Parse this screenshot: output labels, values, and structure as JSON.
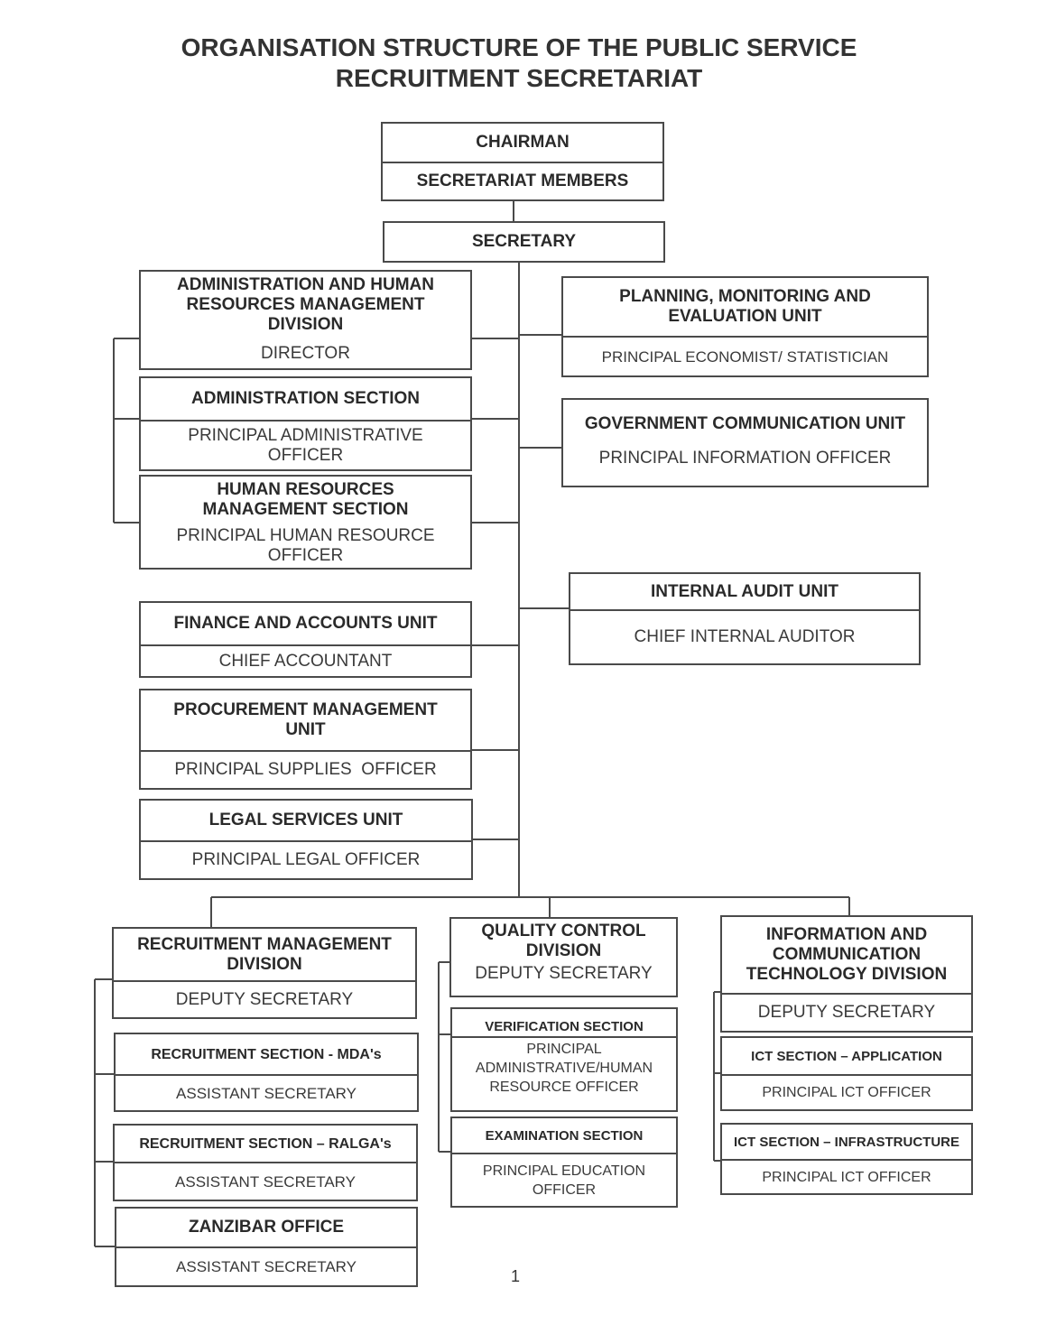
{
  "title": {
    "line1": "ORGANISATION STRUCTURE OF THE PUBLIC SERVICE",
    "line2": "RECRUITMENT SECRETARIAT"
  },
  "top": {
    "chairman": "CHAIRMAN",
    "members": "SECRETARIAT MEMBERS",
    "secretary": "SECRETARY"
  },
  "left": {
    "ahrm": {
      "head": "ADMINISTRATION AND HUMAN RESOURCES MANAGEMENT DIVISION",
      "role": "DIRECTOR"
    },
    "admin_section": {
      "head": "ADMINISTRATION SECTION",
      "role": "PRINCIPAL ADMINISTRATIVE OFFICER"
    },
    "hr_section": {
      "head": "HUMAN RESOURCES MANAGEMENT SECTION",
      "role": "PRINCIPAL HUMAN RESOURCE OFFICER"
    },
    "finance": {
      "head": "FINANCE AND ACCOUNTS UNIT",
      "role": "CHIEF ACCOUNTANT"
    },
    "procurement": {
      "head": "PROCUREMENT MANAGEMENT UNIT",
      "role": "PRINCIPAL SUPPLIES  OFFICER"
    },
    "legal": {
      "head": "LEGAL SERVICES UNIT",
      "role": "PRINCIPAL LEGAL OFFICER"
    }
  },
  "right": {
    "planning": {
      "head": "PLANNING, MONITORING AND EVALUATION UNIT",
      "role": "PRINCIPAL ECONOMIST/ STATISTICIAN"
    },
    "gcu": {
      "head": "GOVERNMENT COMMUNICATION UNIT",
      "role": "PRINCIPAL INFORMATION OFFICER"
    },
    "audit": {
      "head": "INTERNAL AUDIT UNIT",
      "role": "CHIEF INTERNAL AUDITOR"
    }
  },
  "recruitment": {
    "division": {
      "head": "RECRUITMENT MANAGEMENT DIVISION",
      "role": "DEPUTY SECRETARY"
    },
    "mdas": {
      "head": "RECRUITMENT SECTION - MDA's",
      "role": "ASSISTANT SECRETARY"
    },
    "ralgas": {
      "head": "RECRUITMENT SECTION – RALGA's",
      "role": "ASSISTANT SECRETARY"
    },
    "zanzibar": {
      "head": "ZANZIBAR OFFICE",
      "role": "ASSISTANT SECRETARY"
    }
  },
  "quality": {
    "division": {
      "head": "QUALITY CONTROL DIVISION",
      "role": "DEPUTY SECRETARY"
    },
    "verification": {
      "head": "VERIFICATION SECTION",
      "role": "PRINCIPAL ADMINISTRATIVE/HUMAN RESOURCE OFFICER"
    },
    "examination": {
      "head": "EXAMINATION SECTION",
      "role": "PRINCIPAL EDUCATION OFFICER"
    }
  },
  "ict": {
    "division": {
      "head": "INFORMATION AND COMMUNICATION TECHNOLOGY DIVISION",
      "role": "DEPUTY SECRETARY"
    },
    "application": {
      "head": "ICT SECTION – APPLICATION",
      "role": "PRINCIPAL ICT OFFICER"
    },
    "infrastructure": {
      "head": "ICT SECTION – INFRASTRUCTURE",
      "role": "PRINCIPAL ICT OFFICER"
    }
  },
  "page_number": "1"
}
